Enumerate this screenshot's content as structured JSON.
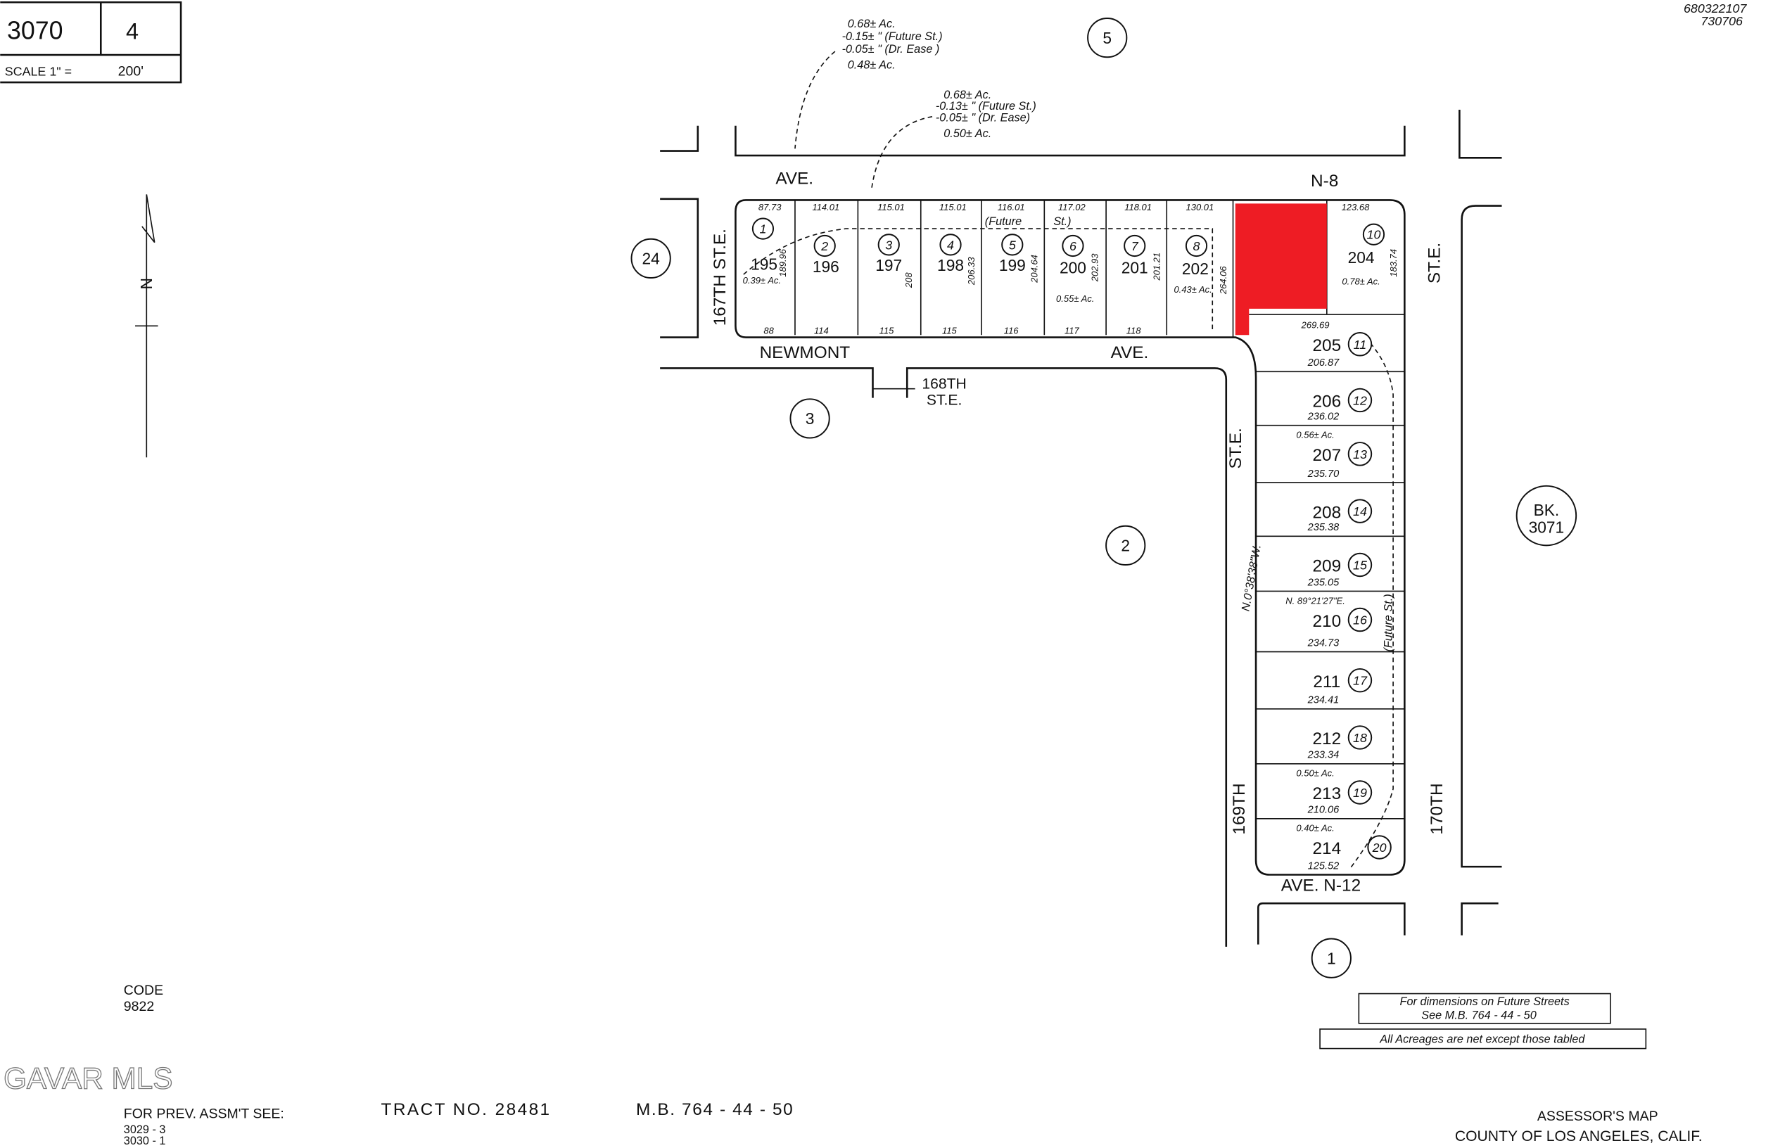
{
  "header": {
    "map_book": "3070",
    "page": "4",
    "scale_label": "SCALE 1\" =",
    "scale_value": "200'"
  },
  "doc_ids": [
    "680322107",
    "730706"
  ],
  "acreage_notes": [
    [
      "0.68± Ac.",
      "-0.15± \" (Future St.)",
      "-0.05± \" (Dr. Ease )",
      "0.48± Ac."
    ],
    [
      "0.68± Ac.",
      "-0.13± \" (Future St.)",
      "-0.05± \" (Dr. Ease)",
      "0.50± Ac."
    ]
  ],
  "neighbor_blocks": {
    "north": "5",
    "west": "24",
    "south_west": "3",
    "center": "2",
    "south": "1",
    "east": "BK. 3071"
  },
  "streets": {
    "ave_n8_a": "AVE.",
    "ave_n8_b": "N-8",
    "st_167": "167TH ST.E.",
    "newmont": "NEWMONT",
    "newmont_ave": "AVE.",
    "st_168_a": "168TH",
    "st_168_b": "ST.E.",
    "st_169_a": "ST.E.",
    "st_169_b": "169TH",
    "st_170_a": "ST.E.",
    "st_170_b": "170TH",
    "ave_n12": "AVE. N-12",
    "bearing": "N.0°38'38\"W.",
    "future_st": "(Future St.)"
  },
  "north_lots": [
    {
      "parcel": "195",
      "lot": "1",
      "front": "87.73",
      "rear": "88",
      "depth": "189.96",
      "acres": "0.39± Ac."
    },
    {
      "parcel": "196",
      "lot": "2",
      "front": "114.01",
      "rear": "114",
      "depth": "",
      "acres": ""
    },
    {
      "parcel": "197",
      "lot": "3",
      "front": "115.01",
      "rear": "115",
      "depth": "208",
      "acres": ""
    },
    {
      "parcel": "198",
      "lot": "4",
      "front": "115.01",
      "rear": "115",
      "depth": "206.33",
      "acres": ""
    },
    {
      "parcel": "199",
      "lot": "5",
      "front": "116.01",
      "rear": "116",
      "depth": "204.64",
      "acres": ""
    },
    {
      "parcel": "200",
      "lot": "6",
      "front": "117.02",
      "rear": "117",
      "depth": "202.93",
      "acres": "0.55± Ac."
    },
    {
      "parcel": "201",
      "lot": "7",
      "front": "118.01",
      "rear": "118",
      "depth": "201.21",
      "acres": ""
    },
    {
      "parcel": "202",
      "lot": "8",
      "front": "130.01",
      "rear": "",
      "depth": "264.06",
      "acres": "0.43± Ac."
    },
    {
      "parcel": "204",
      "lot": "10",
      "front": "123.68",
      "rear": "",
      "depth": "183.74",
      "acres": "0.78± Ac."
    }
  ],
  "future_st_labels": [
    "(Future",
    "St.)"
  ],
  "east_lots": [
    {
      "parcel": "205",
      "lot": "11",
      "dim": "206.87",
      "note": "269.69"
    },
    {
      "parcel": "206",
      "lot": "12",
      "dim": "236.02",
      "note": ""
    },
    {
      "parcel": "207",
      "lot": "13",
      "dim": "235.70",
      "note": "0.56± Ac."
    },
    {
      "parcel": "208",
      "lot": "14",
      "dim": "235.38",
      "note": ""
    },
    {
      "parcel": "209",
      "lot": "15",
      "dim": "235.05",
      "note": ""
    },
    {
      "parcel": "210",
      "lot": "16",
      "dim": "234.73",
      "note": "N. 89°21'27\"E."
    },
    {
      "parcel": "211",
      "lot": "17",
      "dim": "234.41",
      "note": ""
    },
    {
      "parcel": "212",
      "lot": "18",
      "dim": "233.34",
      "note": ""
    },
    {
      "parcel": "213",
      "lot": "19",
      "dim": "210.06",
      "note": "0.50± Ac."
    },
    {
      "parcel": "214",
      "lot": "20",
      "dim": "125.52",
      "note": "0.40± Ac."
    }
  ],
  "highlight_color": "#ee1c24",
  "footer": {
    "code_label": "CODE",
    "code_value": "9822",
    "note_future": [
      "For dimensions on Future Streets",
      "See M.B. 764 - 44 - 50"
    ],
    "note_acreage": "All Acreages are net except those tabled",
    "prev_label": "FOR PREV. ASSM'T SEE:",
    "prev_refs": [
      "3029 - 3",
      "3030 - 1"
    ],
    "tract": "TRACT NO. 28481",
    "map_book_ref": "M.B. 764 - 44 - 50",
    "assessor": "ASSESSOR'S MAP",
    "county": "COUNTY OF LOS ANGELES, CALIF.",
    "watermark": "GAVAR MLS"
  }
}
